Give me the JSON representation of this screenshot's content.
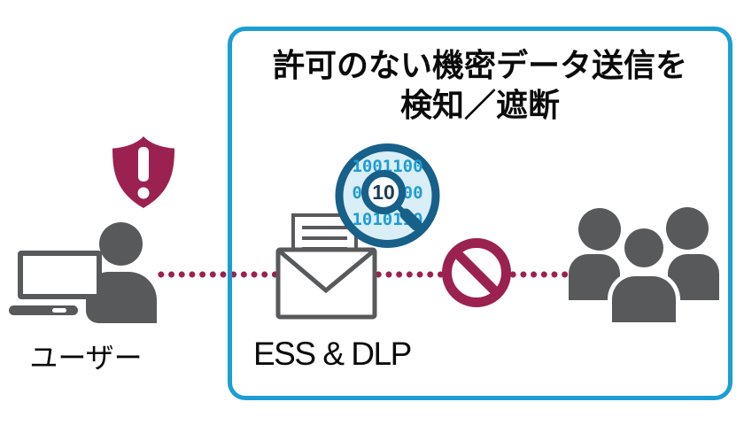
{
  "colors": {
    "box_border_blue": "#1b9ed6",
    "magnifier_dark_blue": "#166089",
    "magnifier_fill_blue": "#d9eef7",
    "binary_text_blue": "#1f9cd2",
    "alert_maroon": "#9b2150",
    "icon_gray": "#58595b",
    "text_black": "#0a0a0a"
  },
  "detection_box": {
    "title_line1": "許可のない機密データ送信を",
    "title_line2": "検知／遮断"
  },
  "user": {
    "label": "ユーザー"
  },
  "gateway": {
    "label": "ESS & DLP",
    "magnifier": {
      "binary_lines": [
        "1001100",
        "0010100",
        "1010110"
      ],
      "lens_value": "10"
    }
  }
}
